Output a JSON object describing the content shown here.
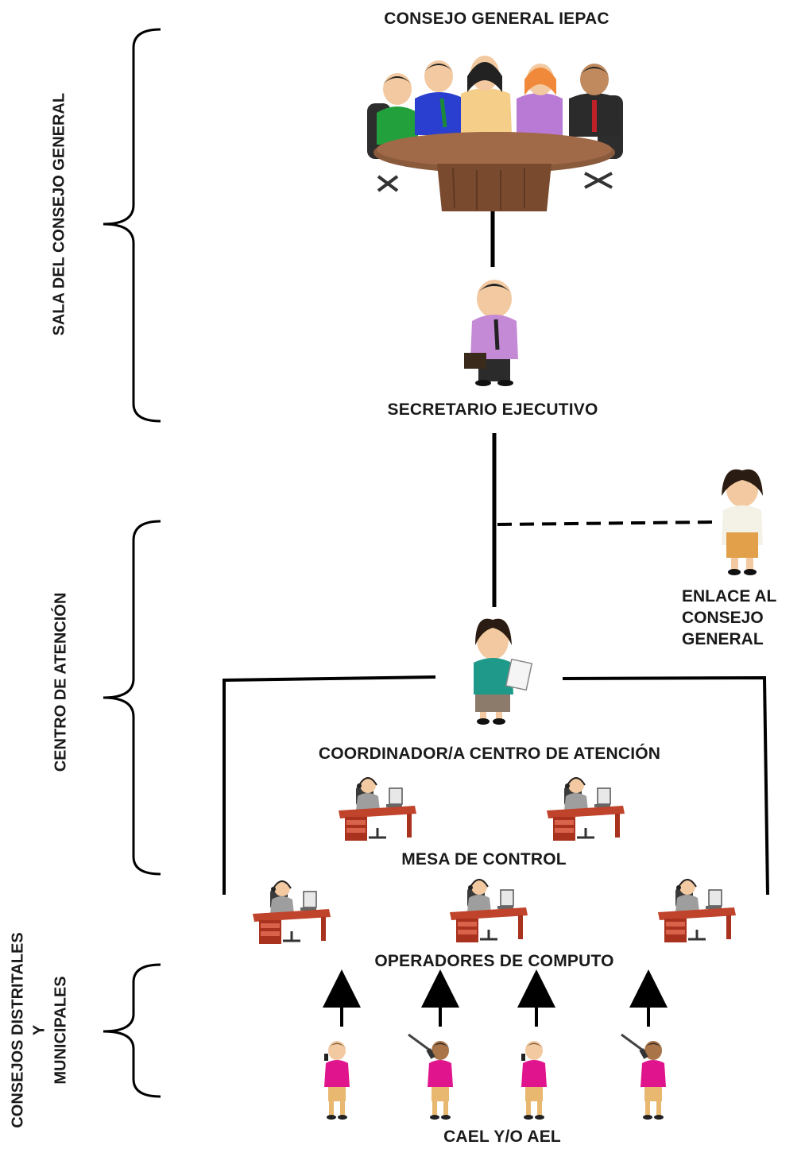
{
  "title": "CONSEJO GENERAL IEPAC",
  "nodes": {
    "secretario": "SECRETARIO EJECUTIVO",
    "enlace": [
      "ENLACE AL",
      "CONSEJO",
      "GENERAL"
    ],
    "coordinador": "COORDINADOR/A CENTRO DE ATENCIÓN",
    "mesa": "MESA DE CONTROL",
    "operadores": "OPERADORES DE COMPUTO",
    "cael": "CAEL Y/O AEL"
  },
  "sections": {
    "sala": "SALA DEL CONSEJO GENERAL",
    "centro": "CENTRO DE ATENCIÓN",
    "consejos": [
      "CONSEJOS DISTRITALES",
      "Y",
      "MUNICIPALES"
    ]
  },
  "colors": {
    "line": "#000000",
    "table": "#8a5a3c",
    "desk": "#c0432b",
    "field_staff": "#e0148c"
  }
}
